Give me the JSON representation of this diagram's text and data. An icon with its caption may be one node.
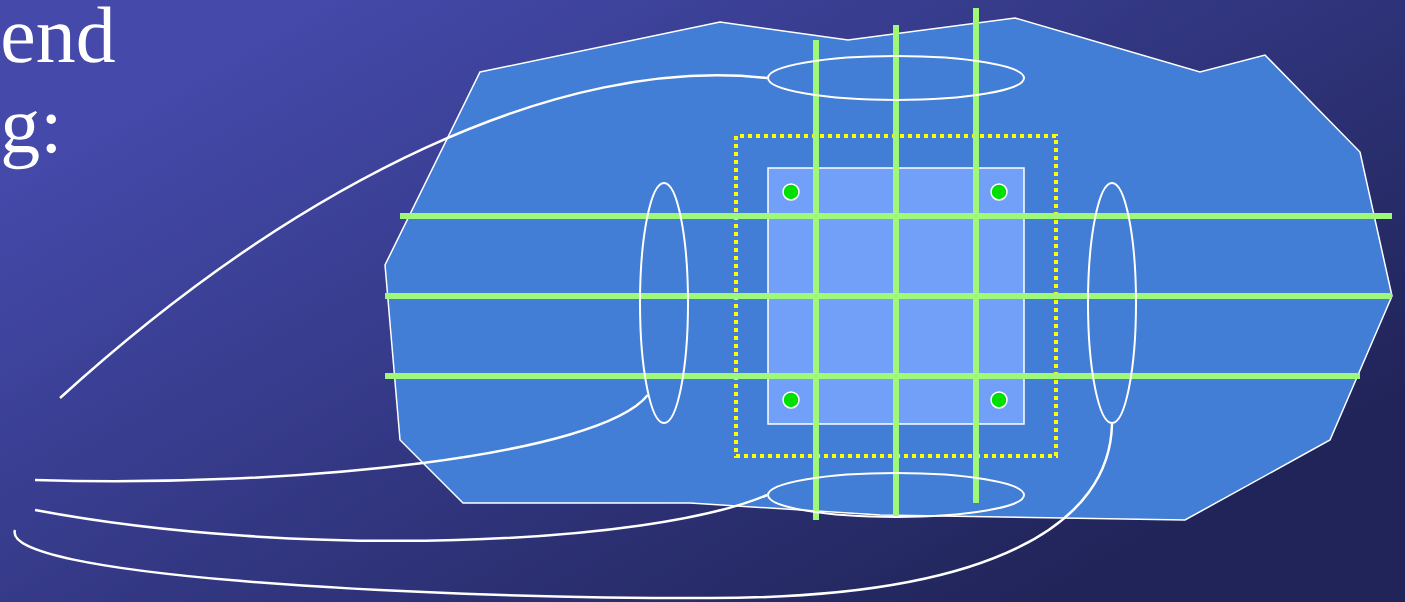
{
  "diagram": {
    "nodes": [
      {
        "text": [],
        "shape": "ellipse"
      },
      {
        "text": [],
        "shape": "ellipse"
      },
      {
        "text": [],
        "shape": "ellipse"
      },
      {
        "text": [],
        "shape": "ellipse"
      }
    ],
    "edges": [
      {
        "from": null,
        "to": 0,
        "arrow": "none"
      },
      {
        "from": null,
        "to": 1,
        "arrow": "none"
      },
      {
        "from": null,
        "to": 3,
        "arrow": "none"
      },
      {
        "from": null,
        "to": 2,
        "arrow": "none"
      }
    ],
    "labels": [
      "end",
      "g:"
    ]
  }
}
